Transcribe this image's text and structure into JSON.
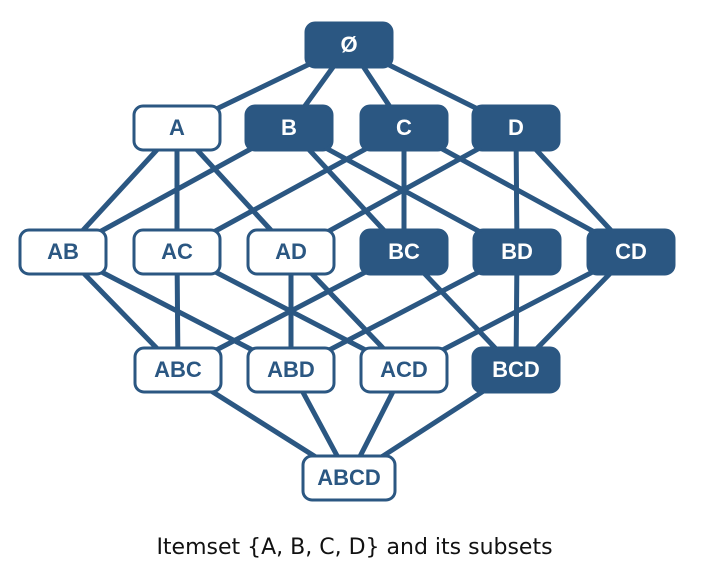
{
  "colors": {
    "dark": "#2b5782",
    "light": "#ffffff",
    "edge": "#2b5782",
    "dark_text": "#ffffff",
    "light_text": "#2b5782"
  },
  "nodes": [
    {
      "id": "empty",
      "label": "Ø",
      "highlighted": true
    },
    {
      "id": "A",
      "label": "A",
      "highlighted": false
    },
    {
      "id": "B",
      "label": "B",
      "highlighted": true
    },
    {
      "id": "C",
      "label": "C",
      "highlighted": true
    },
    {
      "id": "D",
      "label": "D",
      "highlighted": true
    },
    {
      "id": "AB",
      "label": "AB",
      "highlighted": false
    },
    {
      "id": "AC",
      "label": "AC",
      "highlighted": false
    },
    {
      "id": "AD",
      "label": "AD",
      "highlighted": false
    },
    {
      "id": "BC",
      "label": "BC",
      "highlighted": true
    },
    {
      "id": "BD",
      "label": "BD",
      "highlighted": true
    },
    {
      "id": "CD",
      "label": "CD",
      "highlighted": true
    },
    {
      "id": "ABC",
      "label": "ABC",
      "highlighted": false
    },
    {
      "id": "ABD",
      "label": "ABD",
      "highlighted": false
    },
    {
      "id": "ACD",
      "label": "ACD",
      "highlighted": false
    },
    {
      "id": "BCD",
      "label": "BCD",
      "highlighted": true
    },
    {
      "id": "ABCD",
      "label": "ABCD",
      "highlighted": false
    }
  ],
  "edges": [
    [
      "empty",
      "A"
    ],
    [
      "empty",
      "B"
    ],
    [
      "empty",
      "C"
    ],
    [
      "empty",
      "D"
    ],
    [
      "A",
      "AB"
    ],
    [
      "A",
      "AC"
    ],
    [
      "A",
      "AD"
    ],
    [
      "B",
      "AB"
    ],
    [
      "B",
      "BC"
    ],
    [
      "B",
      "BD"
    ],
    [
      "C",
      "AC"
    ],
    [
      "C",
      "BC"
    ],
    [
      "C",
      "CD"
    ],
    [
      "D",
      "AD"
    ],
    [
      "D",
      "BD"
    ],
    [
      "D",
      "CD"
    ],
    [
      "AB",
      "ABC"
    ],
    [
      "AB",
      "ABD"
    ],
    [
      "AC",
      "ABC"
    ],
    [
      "AC",
      "ACD"
    ],
    [
      "AD",
      "ABD"
    ],
    [
      "AD",
      "ACD"
    ],
    [
      "BC",
      "ABC"
    ],
    [
      "BC",
      "BCD"
    ],
    [
      "BD",
      "ABD"
    ],
    [
      "BD",
      "BCD"
    ],
    [
      "CD",
      "ACD"
    ],
    [
      "CD",
      "BCD"
    ],
    [
      "ABC",
      "ABCD"
    ],
    [
      "ABD",
      "ABCD"
    ],
    [
      "ACD",
      "ABCD"
    ],
    [
      "BCD",
      "ABCD"
    ]
  ],
  "caption": "Itemset {A, B, C, D} and its subsets"
}
